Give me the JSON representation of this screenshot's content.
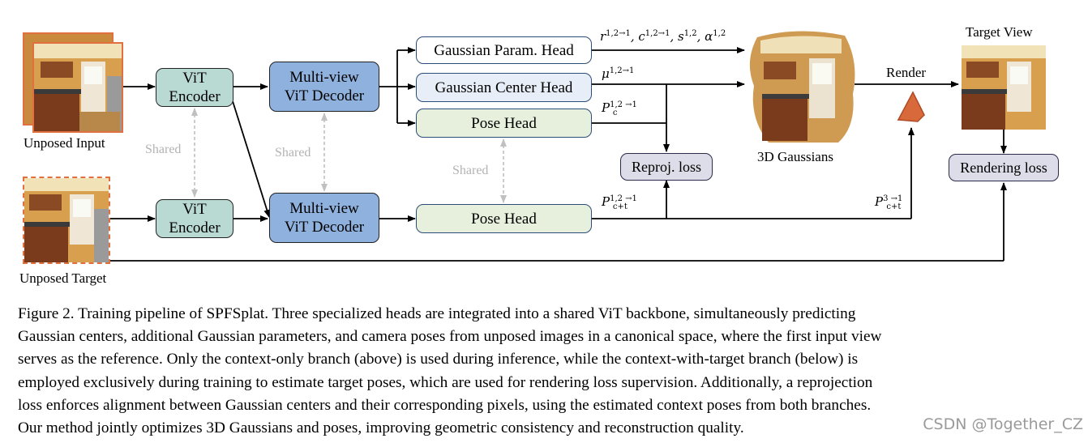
{
  "labels": {
    "unposed_input": "Unposed Input",
    "unposed_target": "Unposed Target",
    "target_view": "Target View",
    "render": "Render",
    "gaussians_3d": "3D Gaussians",
    "shared": "Shared"
  },
  "boxes": {
    "vit_encoder": "ViT\nEncoder",
    "mv_decoder": "Multi-view\nViT Decoder",
    "param_head": "Gaussian Param. Head",
    "center_head": "Gaussian Center Head",
    "pose_head": "Pose Head",
    "reproj_loss": "Reproj. loss",
    "rendering_loss": "Rendering loss"
  },
  "math": {
    "r": "r",
    "r_sup": "1,2→1",
    "c": "c",
    "c_sup": "1,2→1",
    "s": "s",
    "s_sup": "1,2",
    "alpha": "α",
    "alpha_sup": "1,2",
    "mu": "μ",
    "mu_sup": "1,2→1",
    "p": "P",
    "pc_sup": "1,2 →1",
    "pc_sub": "c",
    "pct_sup": "1,2 →1",
    "pct_sub": "c+t",
    "pct3_sup": "3 →1",
    "pct3_sub": "c+t"
  },
  "caption": {
    "lines": [
      "Figure 2.  Training pipeline of SPFSplat.  Three specialized heads are integrated into a shared ViT backbone, simultaneously predicting",
      "Gaussian centers, additional Gaussian parameters, and camera poses from unposed images in a canonical space, where the first input view",
      "serves as the reference.  Only the context-only branch (above) is used during inference, while the context-with-target branch (below) is",
      "employed exclusively during training to estimate target poses, which are used for rendering loss supervision.  Additionally, a reprojection",
      "loss enforces alignment between Gaussian centers and their corresponding pixels, using the estimated context poses from both branches.",
      "Our method jointly optimizes 3D Gaussians and poses, improving geometric consistency and reconstruction quality."
    ]
  },
  "watermark": "CSDN @Together_CZ",
  "colors": {
    "encoder": "#b9d9d3",
    "decoder": "#8fb1dd",
    "pose_head": "#e6f0dc",
    "center_head": "#e7eef7",
    "loss": "#dcdde8",
    "image_border": "#e07040",
    "shared_arrow": "#c0c0c0"
  }
}
